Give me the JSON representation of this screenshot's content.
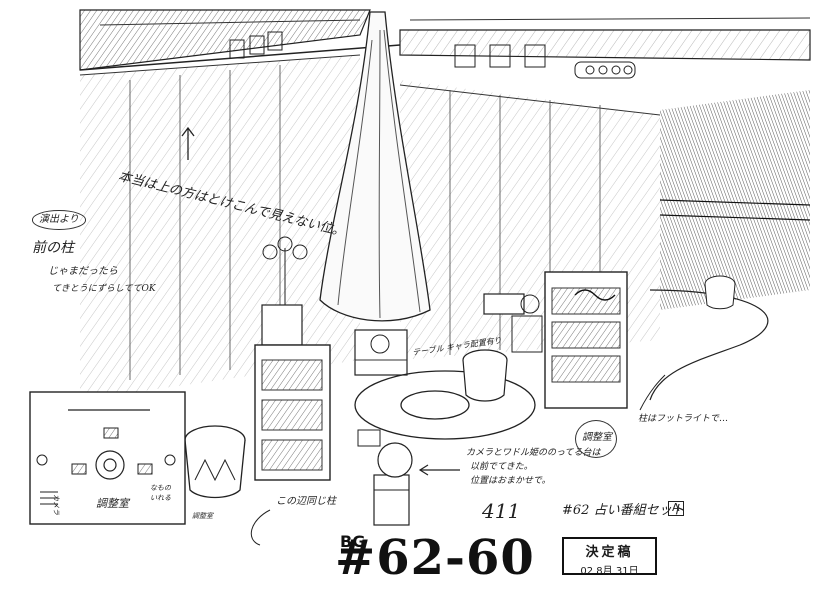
{
  "notes": {
    "pillar_top": "本当は上の方はとけこんで見えない位。",
    "front_pillar": "前の柱",
    "front_pillar_detail_1": "じゃまだったら",
    "front_pillar_detail_2": "てきとうにずらしててOK",
    "circled_note": "演出より",
    "camera_note_1": "カメラとワドル姫ののってる台は",
    "camera_note_2": "以前でてきた。",
    "camera_note_3": "位置はおまかせで。",
    "pillar_spotlight": "柱はフットライトで…",
    "same_pillar": "この辺同じ柱",
    "table_note": "テーブル キャラ配置有り",
    "control_room": "調整室",
    "control_room_right": "調整室",
    "map_control_room": "調整室",
    "map_camera": "カメラ",
    "map_label_1": "なもの",
    "map_label_2": "いれる"
  },
  "cut_number": "411",
  "set_label": "#62 占い番組セット",
  "set_variant": "A",
  "stamp": {
    "prefix": "BG",
    "code": "#62-60",
    "status": "決定稿",
    "date": "02 8月 31日"
  }
}
